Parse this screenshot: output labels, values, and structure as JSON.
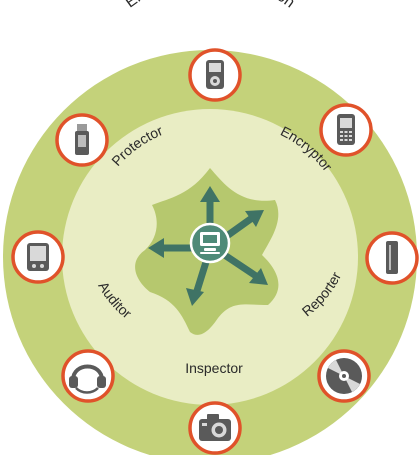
{
  "diagram": {
    "title": "Endpoint Data Protection",
    "modules": {
      "protector": "Protector",
      "encryptor": "Encryptor",
      "auditor": "Auditor",
      "reporter": "Reporter",
      "inspector": "Inspector"
    },
    "center_icon": "computer-icon",
    "device_icons": [
      "media-player-icon",
      "usb-drive-icon",
      "smartphone-icon",
      "pda-icon",
      "external-drive-icon",
      "headset-icon",
      "optical-disc-icon",
      "camera-icon"
    ],
    "colors": {
      "outer_ring": "#c4d27a",
      "inner_disc": "#e9edc4",
      "star": "#b6c86e",
      "arrows": "#3f7365",
      "center": "#4e8a78",
      "badge_border": "#e0522a"
    }
  }
}
